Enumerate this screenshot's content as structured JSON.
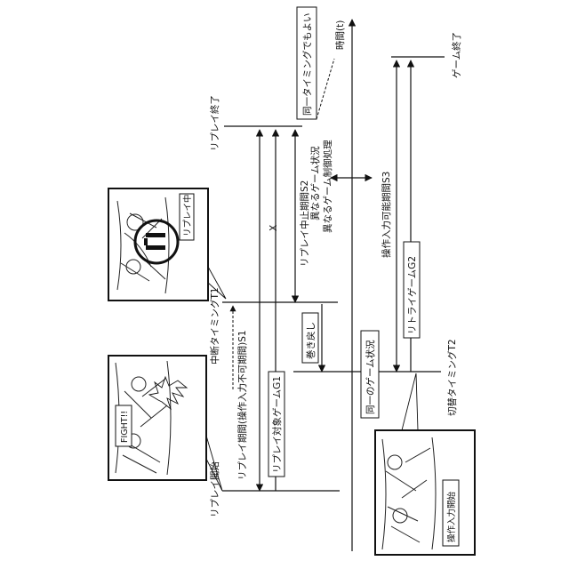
{
  "labels": {
    "time_axis": "時間(t)",
    "game_end": "ゲーム終了",
    "replay_end": "リプレイ終了",
    "replay_start": "リプレイ開始",
    "interrupt_timing": "中断タイミングT1",
    "switch_timing": "切替タイミングT2",
    "replay_period": "リプレイ期間(操作入力不可期間)S1",
    "replay_game": "リプレイ対象ゲームG1",
    "stop_period": "リプレイ中止期間S2",
    "rewind": "巻き戻し",
    "x_mark": "X",
    "same_timing": "同一タイミングでもよい",
    "different_state_line1": "異なるゲーム状況",
    "different_state_line2": "異なるゲーム制御処理",
    "input_period": "操作入力可能期間S3",
    "retry_game": "リトライゲームG2",
    "same_state": "同一のゲーム状況"
  },
  "screens": {
    "replay_badge": "リプレイ中",
    "fight_text": "FIGHT!!",
    "input_start": "操作入力開始"
  },
  "colors": {
    "ink": "#111111",
    "background": "#ffffff"
  }
}
